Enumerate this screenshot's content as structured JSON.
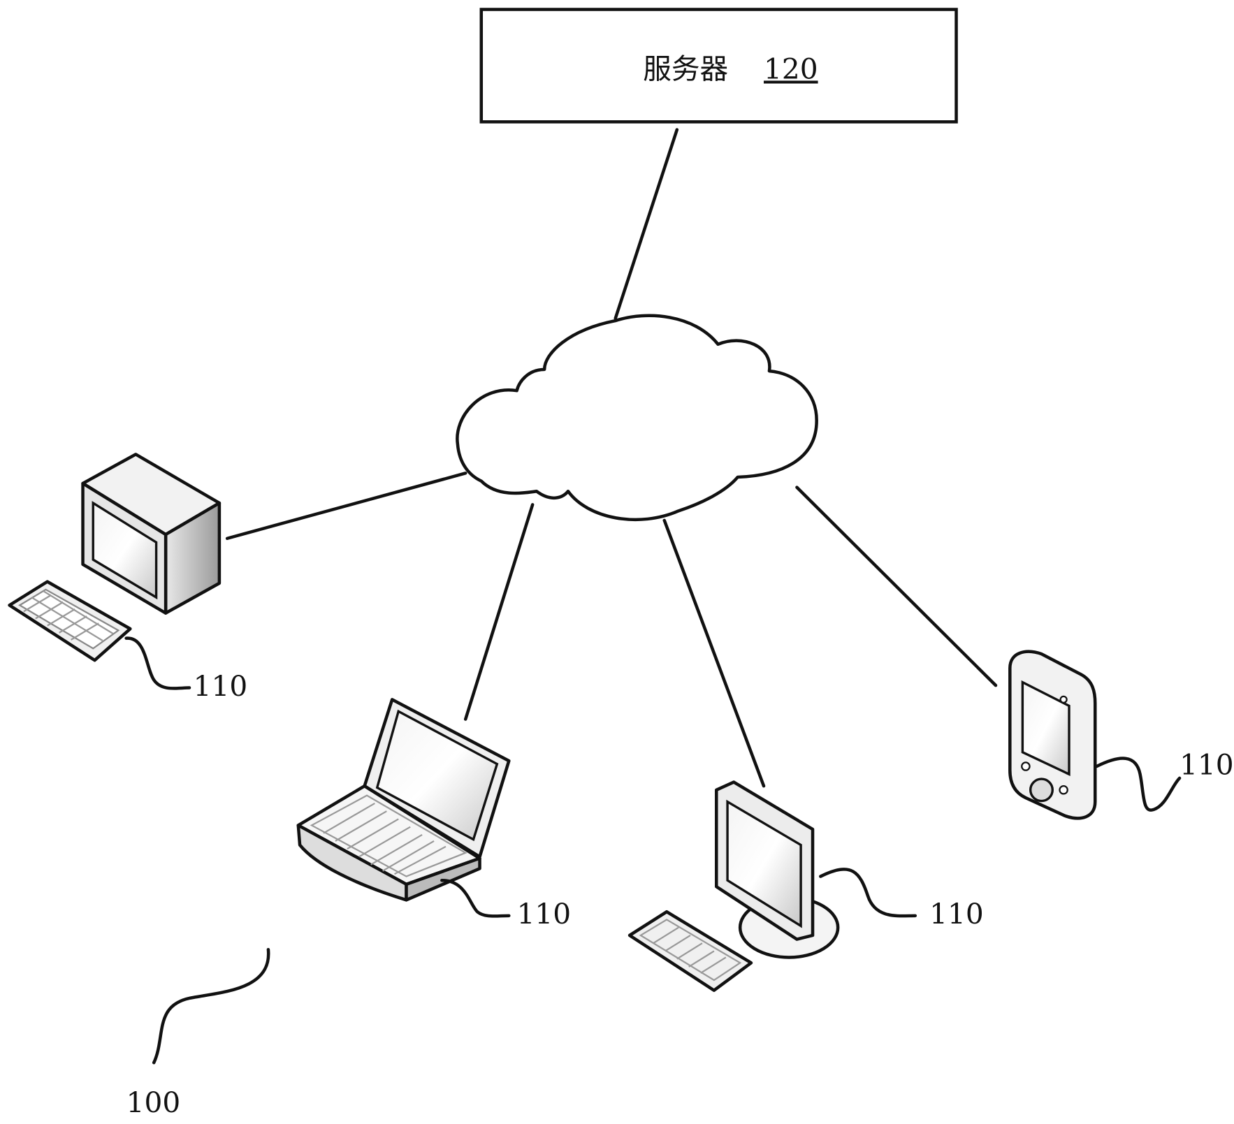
{
  "server": {
    "label": "服务器",
    "ref": "120"
  },
  "network": {
    "icon": "cloud-icon"
  },
  "terminals": [
    {
      "type": "desktop-computer",
      "ref": "110"
    },
    {
      "type": "laptop",
      "ref": "110"
    },
    {
      "type": "monitor-computer",
      "ref": "110"
    },
    {
      "type": "mobile-phone",
      "ref": "110"
    }
  ],
  "system": {
    "ref": "100"
  }
}
